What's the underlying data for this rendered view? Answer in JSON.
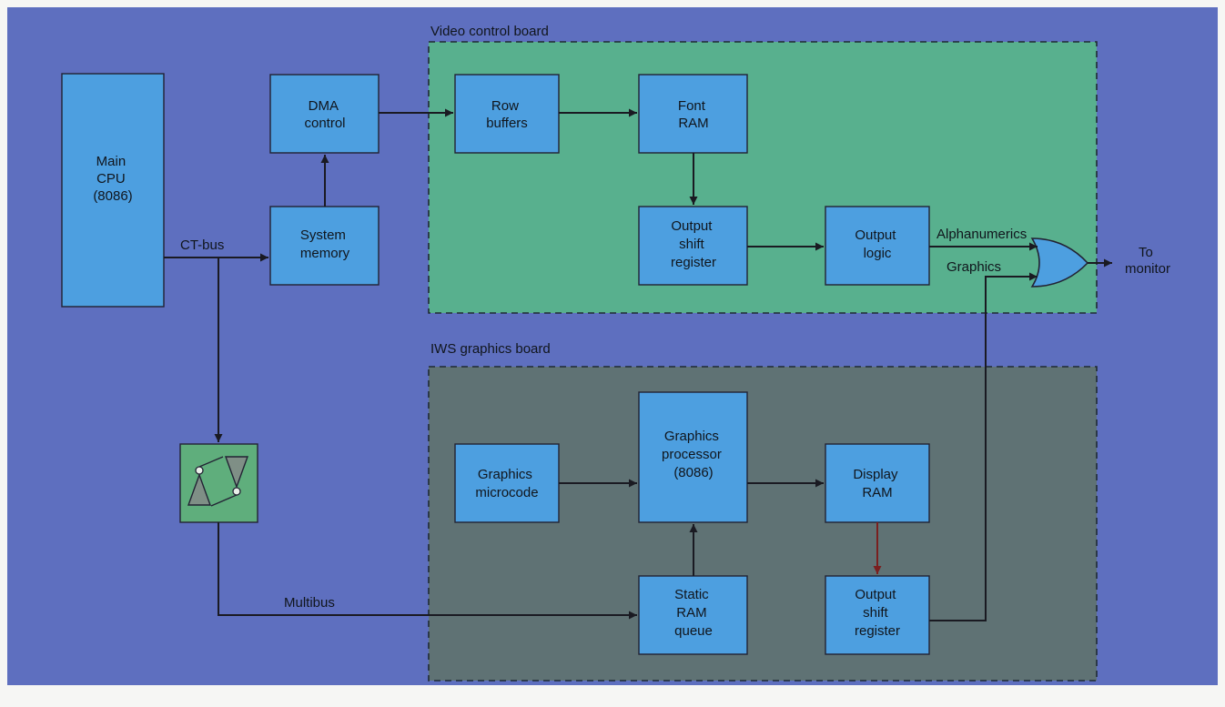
{
  "boards": {
    "video": "Video control board",
    "iws": "IWS graphics board"
  },
  "blocks": {
    "cpu": [
      "Main",
      "CPU",
      "(8086)"
    ],
    "dma": [
      "DMA",
      "control"
    ],
    "sysmem": [
      "System",
      "memory"
    ],
    "rowbuf": [
      "Row",
      "buffers"
    ],
    "fontram": [
      "Font",
      "RAM"
    ],
    "outshift_v": [
      "Output",
      "shift",
      "register"
    ],
    "outlogic": [
      "Output",
      "logic"
    ],
    "gmicro": [
      "Graphics",
      "microcode"
    ],
    "gproc": [
      "Graphics",
      "processor",
      "(8086)"
    ],
    "dispram": [
      "Display",
      "RAM"
    ],
    "sram": [
      "Static",
      "RAM",
      "queue"
    ],
    "outshift_g": [
      "Output",
      "shift",
      "register"
    ]
  },
  "labels": {
    "ctbus": "CT-bus",
    "multibus": "Multibus",
    "alpha": "Alphanumerics",
    "graphics": "Graphics",
    "to_monitor": [
      "To",
      "monitor"
    ]
  },
  "colors": {
    "background": "#5e6fbf",
    "video_board": "#58b08e",
    "iws_board": "#5f7274",
    "block": "#4d9fe0"
  }
}
